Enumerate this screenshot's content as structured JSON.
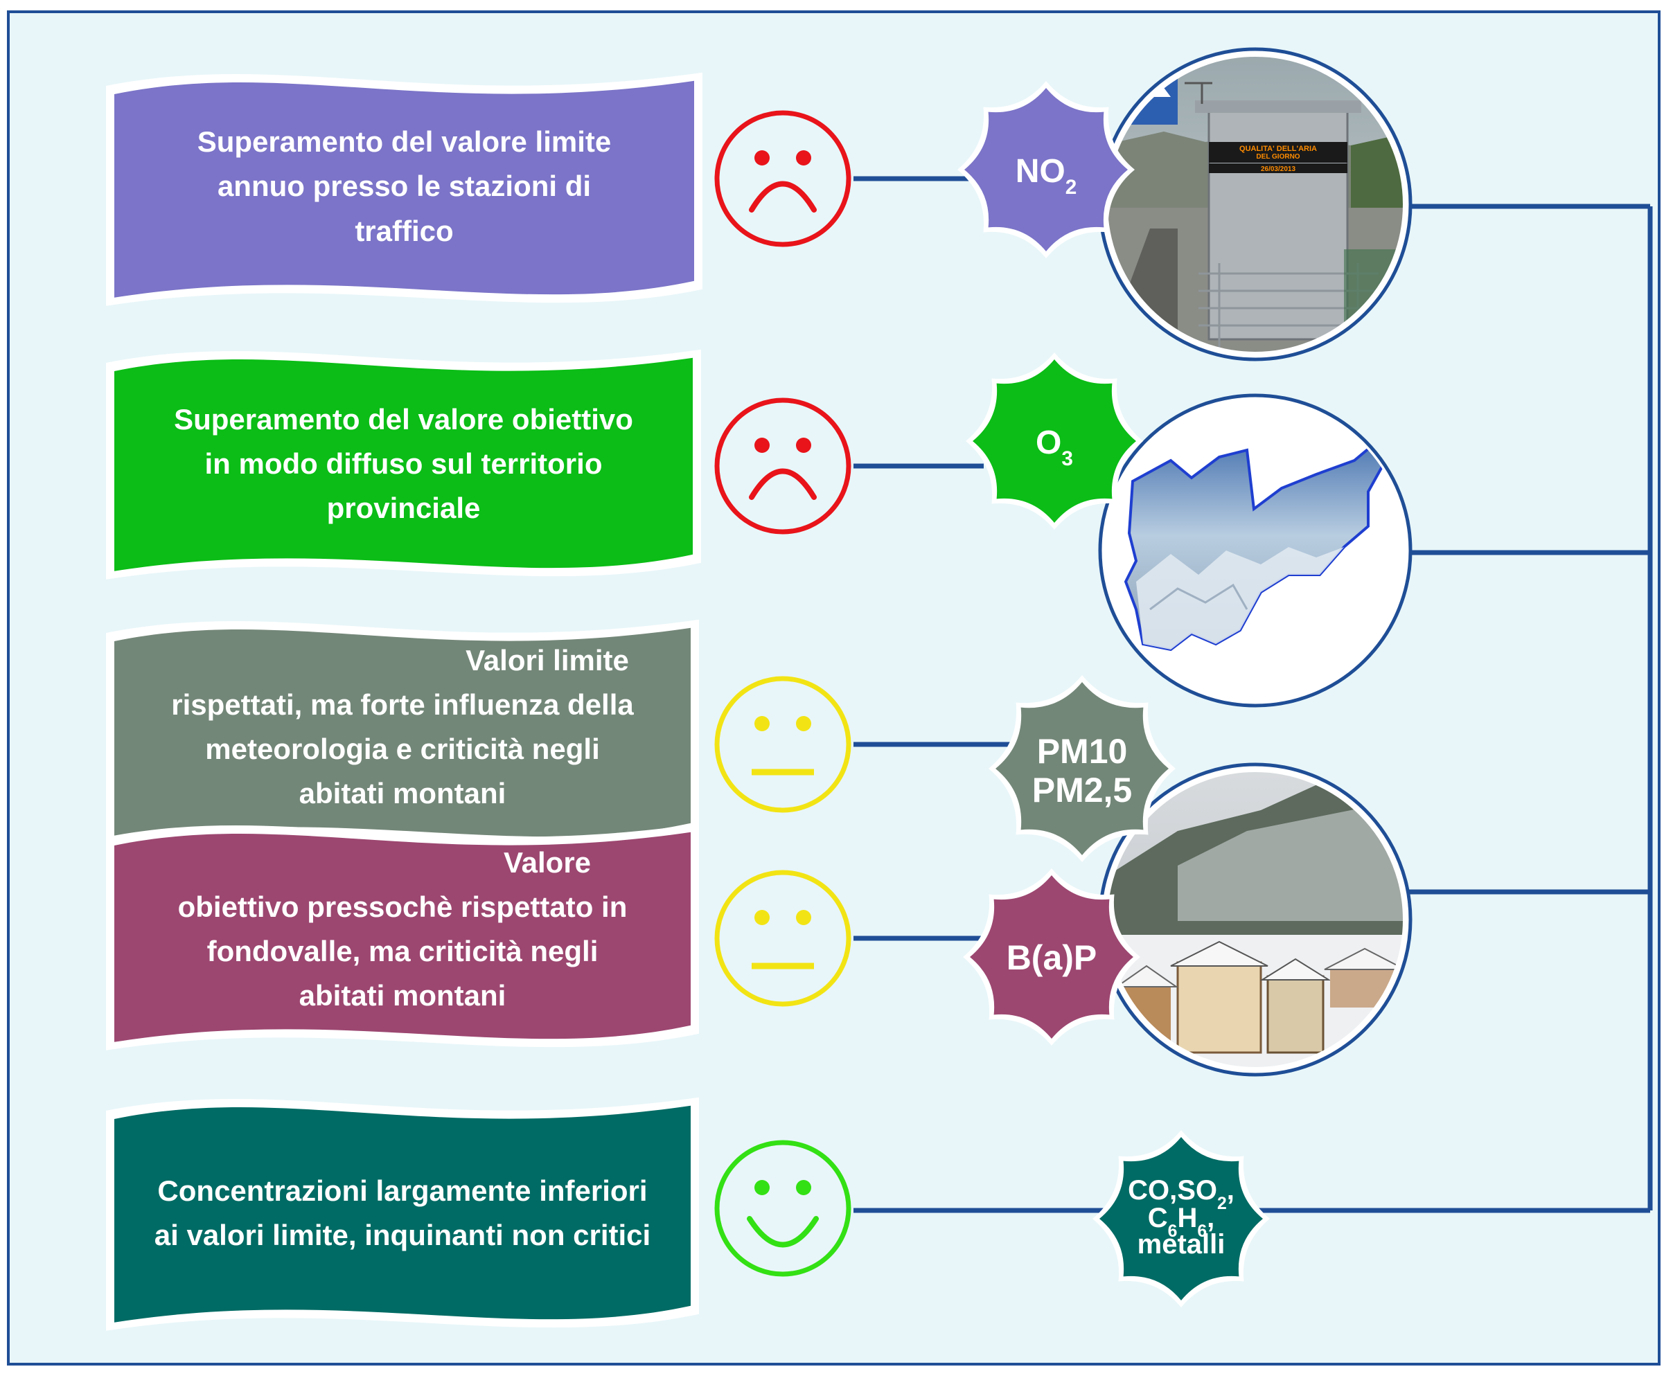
{
  "colors": {
    "background": "#e8f6f9",
    "frame": "#1f4e96",
    "connector": "#1f4e96",
    "sad": "#e8141a",
    "neutral": "#f2e414",
    "happy": "#33e014",
    "row_no2": "#7b74c8",
    "row_o3": "#0bbd16",
    "row_pm": "#738778",
    "row_bap": "#9c4770",
    "row_other": "#006b64"
  },
  "rows": [
    {
      "id": "no2",
      "description": "Superamento del valore limite annuo presso le stazioni di traffico",
      "lines": [
        "Superamento del valore limite",
        "annuo presso le stazioni di",
        "traffico"
      ],
      "status": "sad",
      "status_icon": "sad-face-icon",
      "pollutant": "NO2",
      "pollutant_parts": [
        {
          "t": "NO"
        },
        {
          "t": "2",
          "sub": true
        }
      ],
      "photo": "air-quality-monitoring-station",
      "photo_text": [
        "QUALITA' DELL'ARIA",
        "DEL GIORNO",
        "26/03/2013"
      ]
    },
    {
      "id": "o3",
      "description": "Superamento del valore obiettivo in modo diffuso sul territorio provinciale",
      "lines": [
        "Superamento del valore obiettivo",
        "in modo diffuso sul territorio",
        "provinciale"
      ],
      "status": "sad",
      "status_icon": "sad-face-icon",
      "pollutant": "O3",
      "pollutant_parts": [
        {
          "t": "O"
        },
        {
          "t": "3",
          "sub": true
        }
      ],
      "photo": "province-map-with-mountains"
    },
    {
      "id": "pm",
      "description": "Valori limite rispettati, ma forte influenza della meteorologia e criticità negli abitati montani",
      "lines": [
        "Valori limite",
        "rispettati, ma forte influenza della",
        "meteorologia e criticità negli",
        "abitati montani"
      ],
      "status": "neutral",
      "status_icon": "neutral-face-icon",
      "pollutant_lines": [
        "PM10",
        "PM2,5"
      ]
    },
    {
      "id": "bap",
      "description": "Valore obiettivo pressochè rispettato in fondovalle, ma criticità negli abitati montani",
      "lines": [
        "Valore",
        "obiettivo pressochè rispettato in",
        "fondovalle, ma criticità negli",
        "abitati montani"
      ],
      "status": "neutral",
      "status_icon": "neutral-face-icon",
      "pollutant": "B(a)P",
      "photo": "snowy-mountain-village"
    },
    {
      "id": "other",
      "description": "Concentrazioni largamente inferiori ai valori limite, inquinanti non critici",
      "lines": [
        "Concentrazioni largamente inferiori",
        "ai valori limite, inquinanti non critici"
      ],
      "status": "happy",
      "status_icon": "happy-face-icon",
      "pollutant_line1_parts": [
        {
          "t": "CO,SO"
        },
        {
          "t": "2",
          "sub": true
        },
        {
          "t": ","
        }
      ],
      "pollutant_line2_parts": [
        {
          "t": "C"
        },
        {
          "t": "6",
          "sub": true
        },
        {
          "t": "H"
        },
        {
          "t": "6",
          "sub": true
        },
        {
          "t": ","
        }
      ],
      "pollutant_line3": "metalli"
    }
  ]
}
